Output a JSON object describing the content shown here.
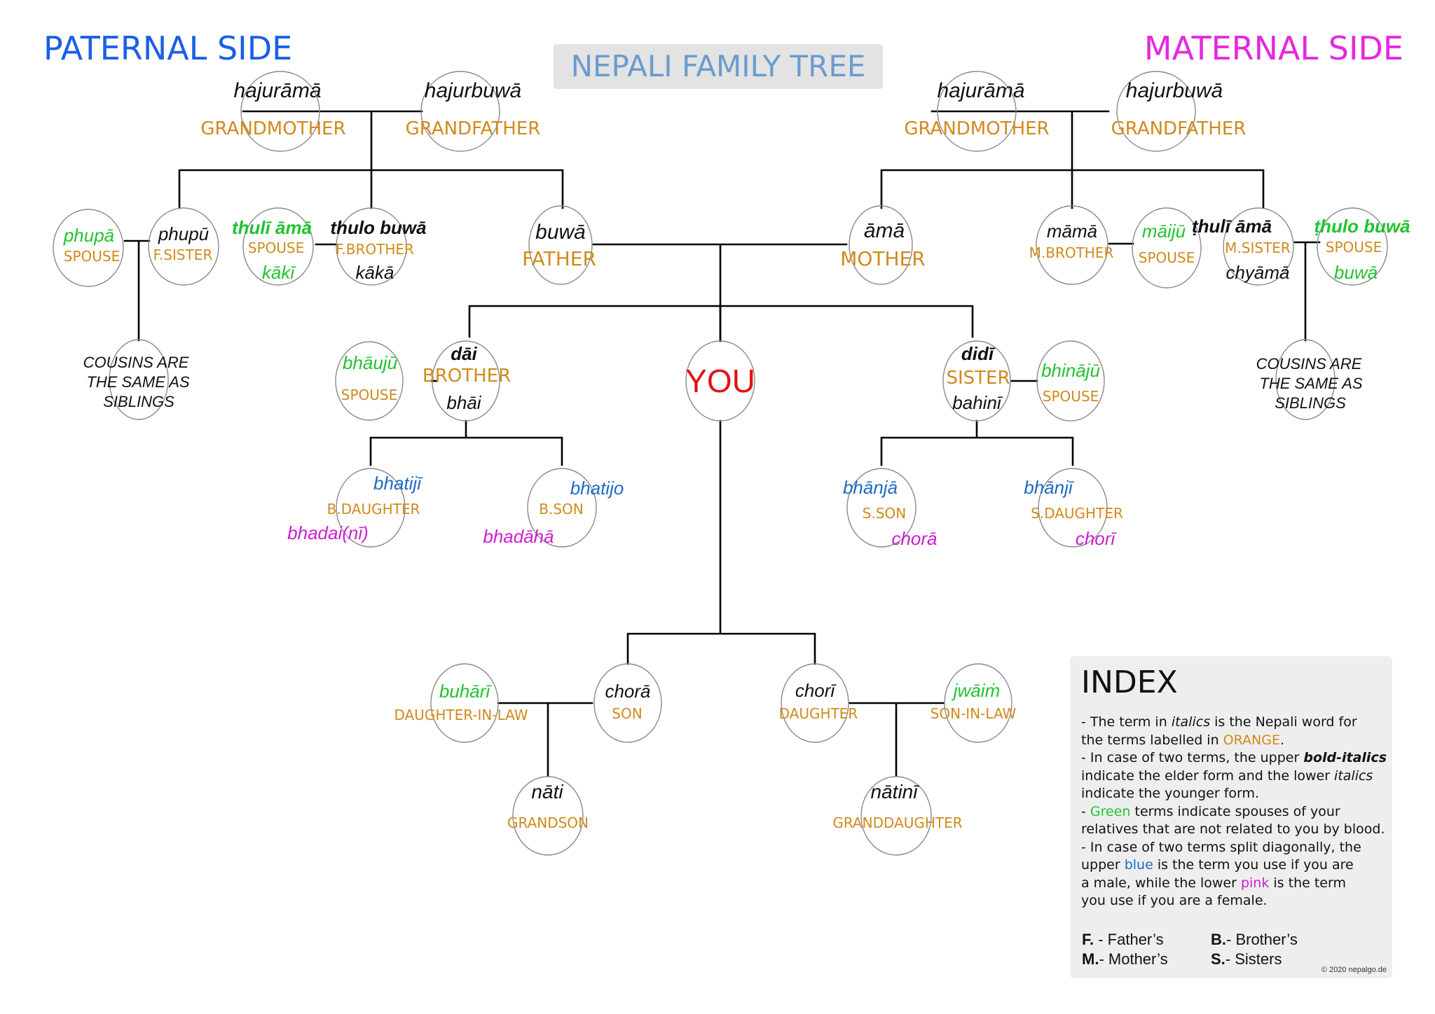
{
  "page": {
    "title": "NEPALI FAMILY TREE",
    "paternal_side": "PATERNAL SIDE",
    "maternal_side": "MATERNAL SIDE",
    "copyright": "© 2020 nepalgo.de"
  },
  "paternal": {
    "grandmother": {
      "nepali": "hajurāmā",
      "label": "GRANDMOTHER"
    },
    "grandfather": {
      "nepali": "hajurbuwā",
      "label": "GRANDFATHER"
    },
    "aunt_spouse": {
      "nepali": "phupā",
      "label": "SPOUSE"
    },
    "aunt": {
      "nepali": "phupū",
      "label": "F.SISTER"
    },
    "uncle_spouse": {
      "elder": "thulī āmā",
      "label": "SPOUSE",
      "younger": "kākī"
    },
    "uncle": {
      "elder": "thulo buwā",
      "label": "F.BROTHER",
      "younger": "kākā"
    },
    "father": {
      "nepali": "buwā",
      "label": "FATHER"
    },
    "cousins_note": [
      "COUSINS ARE",
      "THE SAME AS",
      "SIBLINGS"
    ]
  },
  "maternal": {
    "grandmother": {
      "nepali": "hajurāmā",
      "label": "GRANDMOTHER"
    },
    "grandfather": {
      "nepali": "hajurbuwā",
      "label": "GRANDFATHER"
    },
    "mother": {
      "nepali": "āmā",
      "label": "MOTHER"
    },
    "uncle": {
      "nepali": "māmā",
      "label": "M.BROTHER"
    },
    "uncle_spouse": {
      "nepali": "māijū",
      "label": "SPOUSE"
    },
    "aunt": {
      "elder": "ṭhulī āmā",
      "label": "M.SISTER",
      "younger": "chyāmā"
    },
    "aunt_spouse": {
      "elder": "ṭhulo buwā",
      "label": "SPOUSE",
      "younger": "buwā"
    },
    "cousins_note": [
      "COUSINS ARE",
      "THE SAME AS",
      "SIBLINGS"
    ]
  },
  "center": {
    "you": "YOU",
    "brother_spouse": {
      "nepali": "bhāujū",
      "label": "SPOUSE"
    },
    "brother": {
      "elder": "dāi",
      "label": "BROTHER",
      "younger": "bhāi"
    },
    "sister": {
      "elder": "didī",
      "label": "SISTER",
      "younger": "bahinī"
    },
    "sister_spouse": {
      "nepali": "bhinājū",
      "label": "SPOUSE"
    },
    "brother_daughter": {
      "male": "bhatijī",
      "label": "B.DAUGHTER",
      "female": "bhadai(nī)"
    },
    "brother_son": {
      "male": "bhatijo",
      "label": "B.SON",
      "female": "bhadāhā"
    },
    "sister_son": {
      "male": "bhānjā",
      "label": "S.SON",
      "female": "chorā"
    },
    "sister_daughter": {
      "male": "bhānjī",
      "label": "S.DAUGHTER",
      "female": "chorī"
    },
    "daughter_in_law": {
      "nepali": "buhārī",
      "label": "DAUGHTER-IN-LAW"
    },
    "son": {
      "nepali": "chorā",
      "label": "SON"
    },
    "daughter": {
      "nepali": "chorī",
      "label": "DAUGHTER"
    },
    "son_in_law": {
      "nepali": "jwāiṁ",
      "label": "SON-IN-LAW"
    },
    "grandson": {
      "nepali": "nāti",
      "label": "GRANDSON"
    },
    "granddaughter": {
      "nepali": "nātinī",
      "label": "GRANDDAUGHTER"
    }
  },
  "index": {
    "title": "INDEX",
    "l1_a": "- The term in ",
    "l1_b": "italics",
    "l1_c": " is the Nepali word for",
    "l2_a": "the terms labelled in ",
    "l2_b": "ORANGE",
    "l2_c": ".",
    "l3_a": "- In case of two terms, the upper ",
    "l3_b": "bold-italics",
    "l4_a": "indicate the elder form and the lower ",
    "l4_b": "italics",
    "l5": "indicate the younger form.",
    "l6_a": "- ",
    "l6_b": "Green",
    "l6_c": " terms indicate spouses of your",
    "l7": "relatives that are not related to you by blood.",
    "l8": "- In case of two terms split diagonally, the",
    "l9_a": "upper ",
    "l9_b": "blue",
    "l9_c": " is the term you use if you are",
    "l10_a": "a male, while the lower ",
    "l10_b": "pink",
    "l10_c": " is the term",
    "l11": "you use if you are a female.",
    "abbr": [
      {
        "key": "F.",
        "value": " - Father’s"
      },
      {
        "key": "B.",
        "value": "- Brother’s"
      },
      {
        "key": "M.",
        "value": "- Mother’s"
      },
      {
        "key": "S.",
        "value": "- Sisters"
      }
    ]
  },
  "colors": {
    "orange": "#d08a1c",
    "green": "#22c232",
    "blue": "#1e6ac4",
    "pink": "#cc1fcf",
    "red": "#e21313",
    "paternal": "#1a5fe6",
    "maternal": "#e528de"
  }
}
